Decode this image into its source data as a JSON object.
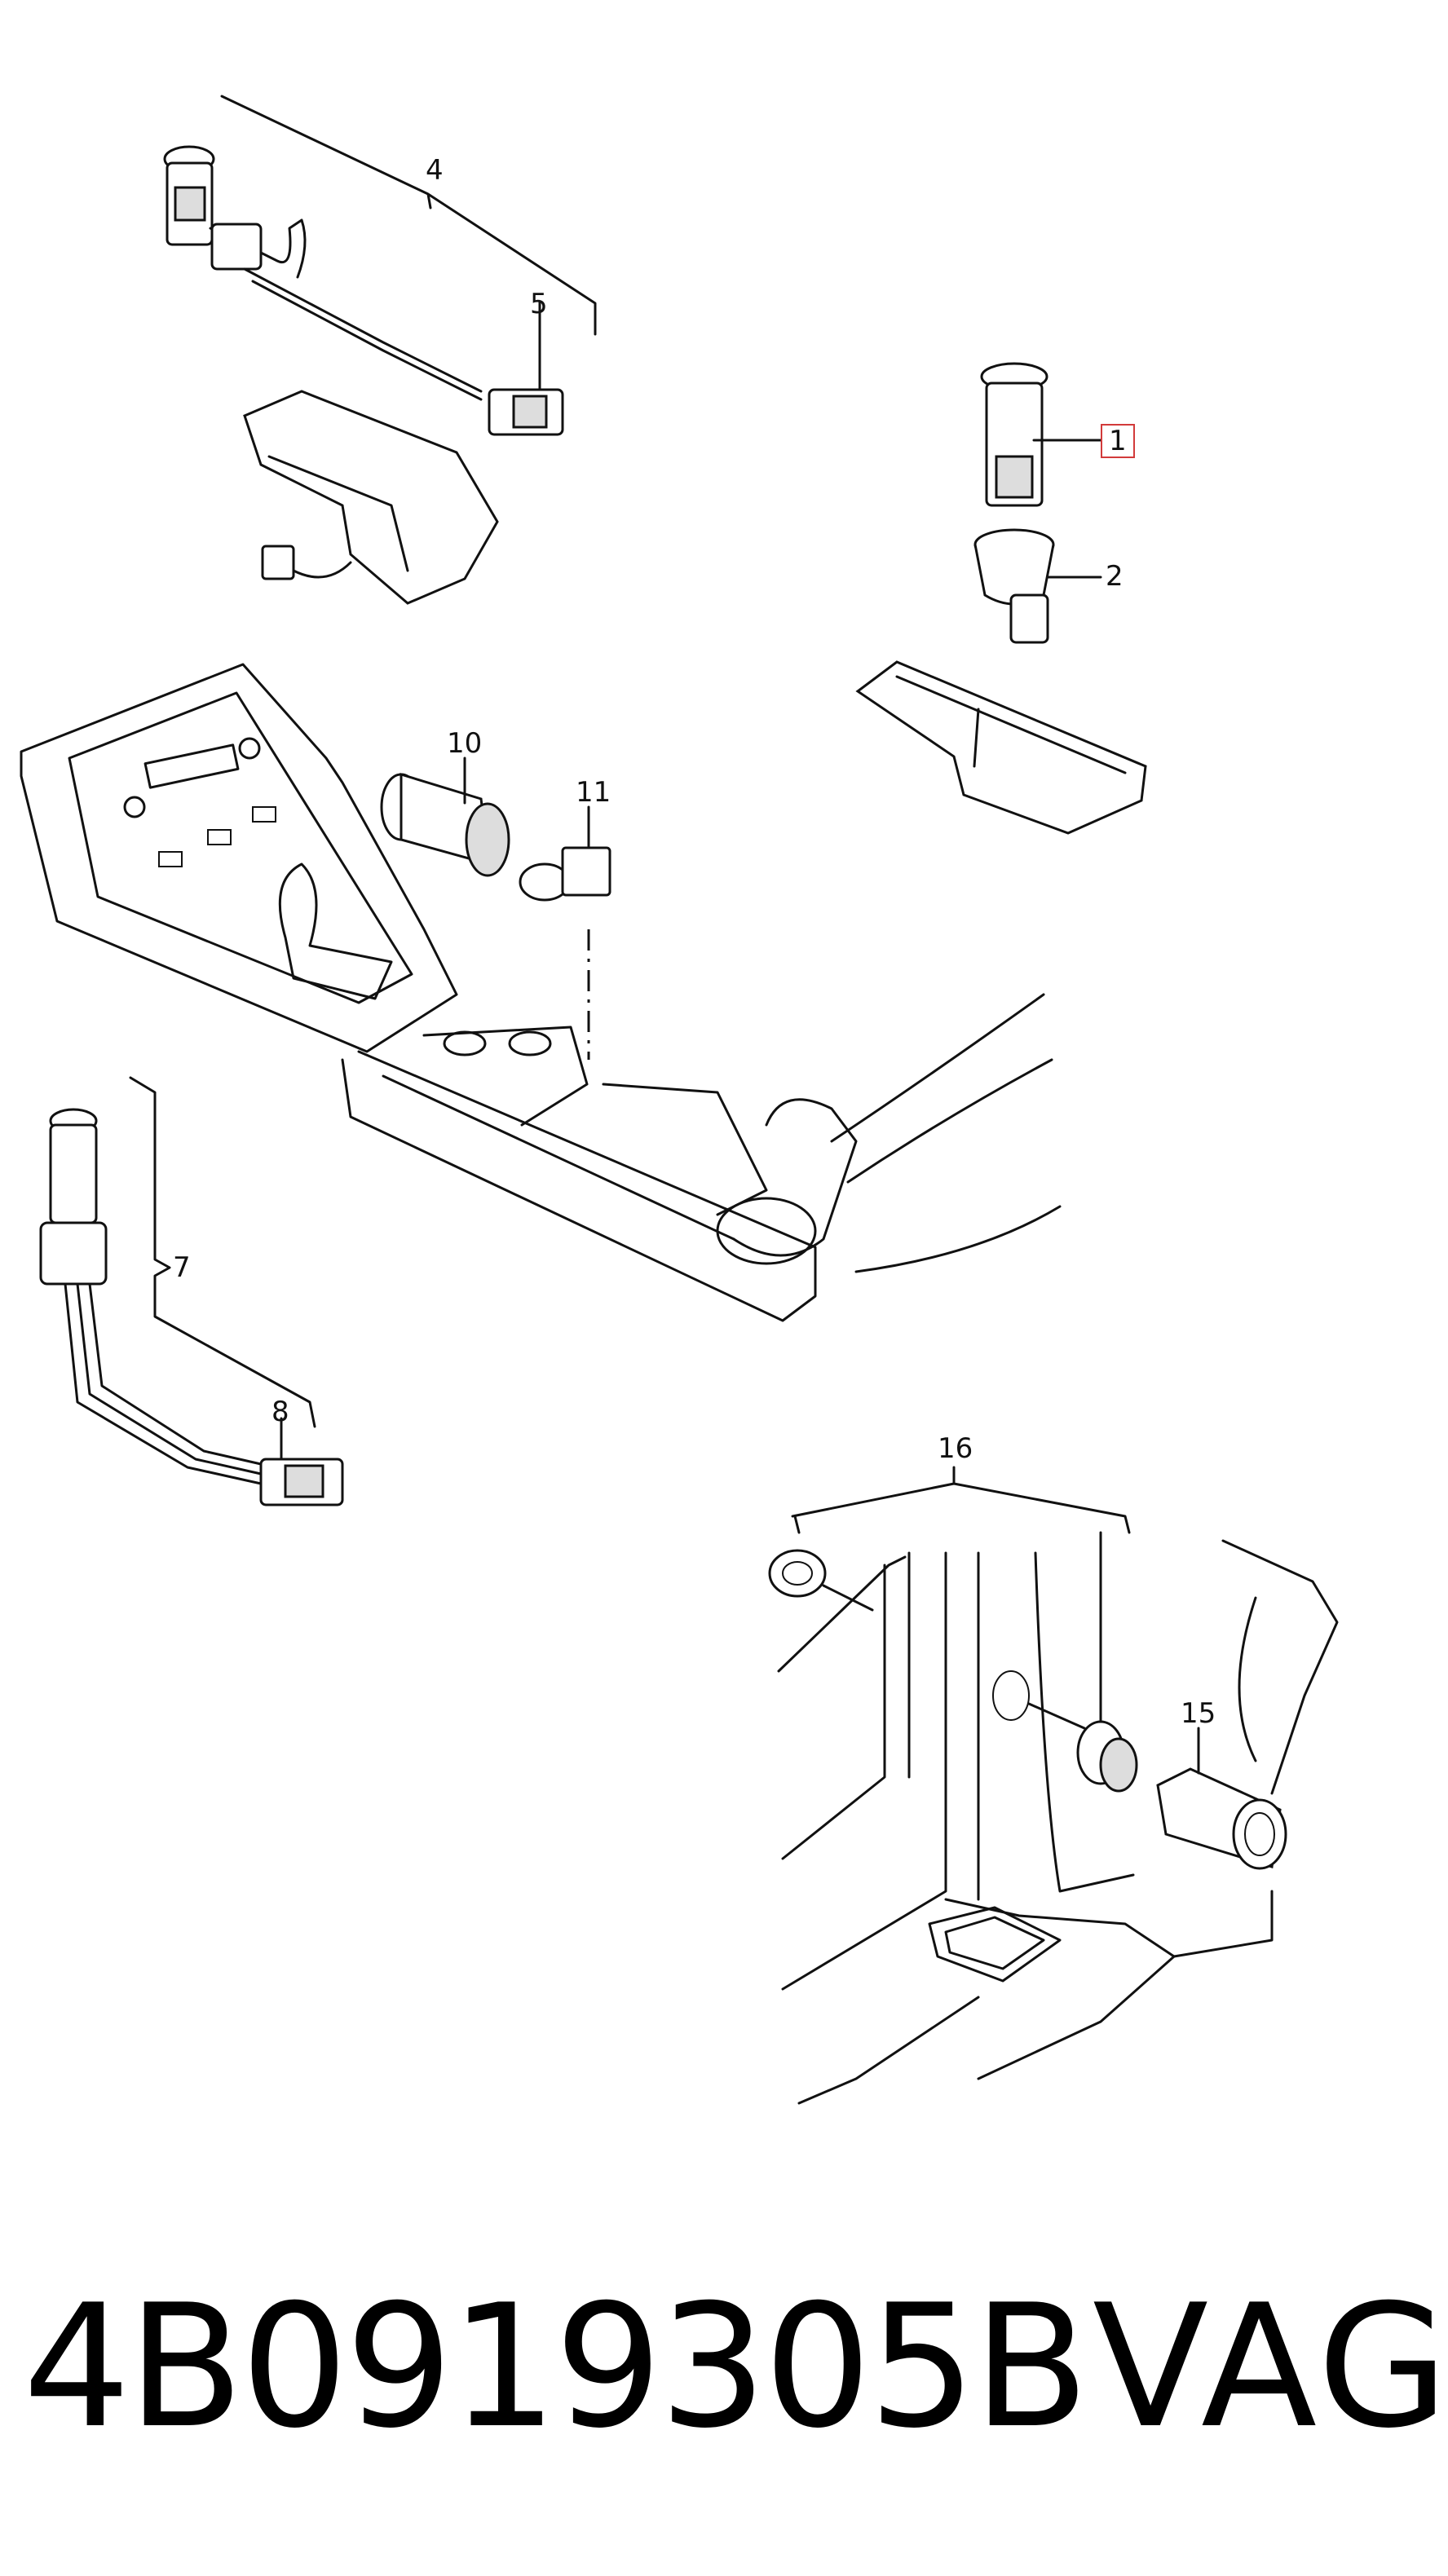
{
  "callouts": {
    "c1": "1",
    "c2": "2",
    "c4": "4",
    "c5": "5",
    "c7": "7",
    "c8": "8",
    "c10": "10",
    "c11": "11",
    "c15": "15",
    "c16": "16"
  },
  "highlight_color": "#d23a3a",
  "footer": {
    "part_number": "4B0919305B",
    "brand": "VAG"
  }
}
